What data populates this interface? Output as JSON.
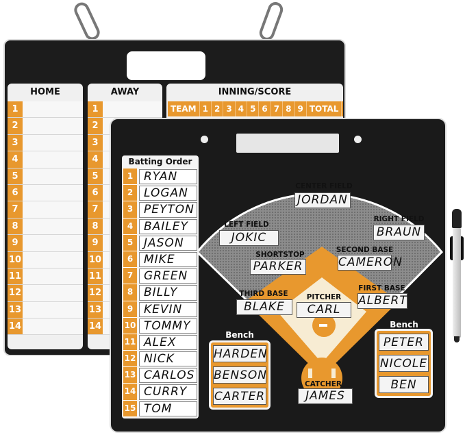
{
  "back_board": {
    "home_label": "HOME",
    "away_label": "AWAY",
    "inning_label": "INNING/SCORE",
    "score_headers": [
      "TEAM",
      "1",
      "2",
      "3",
      "4",
      "5",
      "6",
      "7",
      "8",
      "9",
      "TOTAL"
    ],
    "row_numbers": [
      "1",
      "2",
      "3",
      "4",
      "5",
      "6",
      "7",
      "8",
      "9",
      "10",
      "11",
      "12",
      "13",
      "14"
    ]
  },
  "front_board": {
    "batting_order_label": "Batting Order",
    "batting_order": [
      {
        "n": "1",
        "name": "RYAN"
      },
      {
        "n": "2",
        "name": "LOGAN"
      },
      {
        "n": "3",
        "name": "PEYTON"
      },
      {
        "n": "4",
        "name": "BAILEY"
      },
      {
        "n": "5",
        "name": "JASON"
      },
      {
        "n": "6",
        "name": "MIKE"
      },
      {
        "n": "7",
        "name": "GREEN"
      },
      {
        "n": "8",
        "name": "BILLY"
      },
      {
        "n": "9",
        "name": "KEVIN"
      },
      {
        "n": "10",
        "name": "TOMMY"
      },
      {
        "n": "11",
        "name": "ALEX"
      },
      {
        "n": "12",
        "name": "NICK"
      },
      {
        "n": "13",
        "name": "CARLOS"
      },
      {
        "n": "14",
        "name": "CURRY"
      },
      {
        "n": "15",
        "name": "TOM"
      }
    ],
    "positions": {
      "center_field": {
        "label": "CENTER FIELD",
        "name": "JORDAN"
      },
      "left_field": {
        "label": "LEFT FIELD",
        "name": "JOKIC"
      },
      "right_field": {
        "label": "RIGHT FIELD",
        "name": "BRAUN"
      },
      "shortstop": {
        "label": "SHORTSTOP",
        "name": "PARKER"
      },
      "second_base": {
        "label": "SECOND BASE",
        "name": "CAMERON"
      },
      "third_base": {
        "label": "THIRD BASE",
        "name": "BLAKE"
      },
      "pitcher": {
        "label": "PITCHER",
        "name": "CARL"
      },
      "first_base": {
        "label": "FIRST BASE",
        "name": "ALBERT"
      },
      "catcher": {
        "label": "CATCHER",
        "name": "JAMES"
      }
    },
    "bench_left": {
      "label": "Bench",
      "names": [
        "HARDEN",
        "BENSON",
        "CARTER"
      ]
    },
    "bench_right": {
      "label": "Bench",
      "names": [
        "PETER",
        "NICOLE",
        "BEN"
      ]
    }
  },
  "colors": {
    "orange": "#e8982e",
    "board": "#1a1a1a",
    "outfield": "#8c8c8c"
  }
}
